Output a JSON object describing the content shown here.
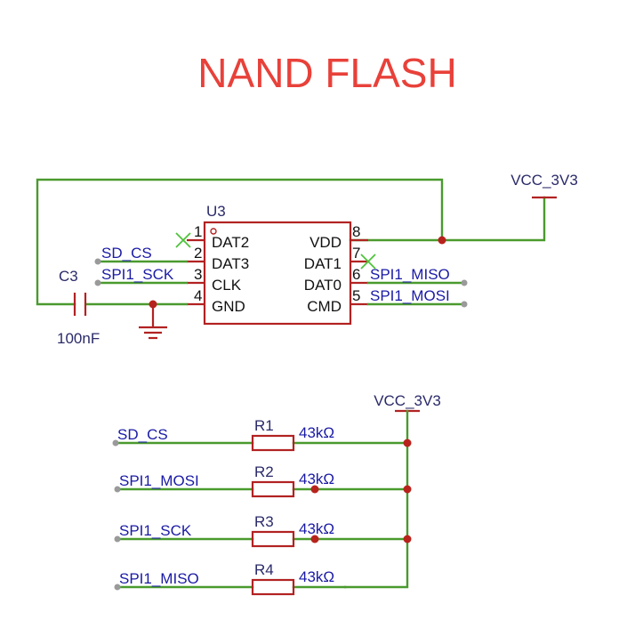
{
  "title": "NAND FLASH",
  "power_label": "VCC_3V3",
  "chip": {
    "ref": "U3",
    "pins": [
      {
        "num": "1",
        "name": "DAT2"
      },
      {
        "num": "2",
        "name": "DAT3"
      },
      {
        "num": "3",
        "name": "CLK"
      },
      {
        "num": "4",
        "name": "GND"
      },
      {
        "num": "8",
        "name": "VDD"
      },
      {
        "num": "7",
        "name": "DAT1"
      },
      {
        "num": "6",
        "name": "DAT0"
      },
      {
        "num": "5",
        "name": "CMD"
      }
    ]
  },
  "capacitor": {
    "ref": "C3",
    "value": "100nF"
  },
  "nets": {
    "sd_cs": "SD_CS",
    "spi1_sck": "SPI1_SCK",
    "spi1_miso": "SPI1_MISO",
    "spi1_mosi": "SPI1_MOSI"
  },
  "pullups": [
    {
      "net": "SD_CS",
      "ref": "R1",
      "value": "43kΩ"
    },
    {
      "net": "SPI1_MOSI",
      "ref": "R2",
      "value": "43kΩ"
    },
    {
      "net": "SPI1_SCK",
      "ref": "R3",
      "value": "43kΩ"
    },
    {
      "net": "SPI1_MISO",
      "ref": "R4",
      "value": "43kΩ"
    }
  ],
  "colors": {
    "wire": "#4a9a2e",
    "component": "#b22222",
    "net_label": "#1a1aa6",
    "title": "#e8413a"
  }
}
